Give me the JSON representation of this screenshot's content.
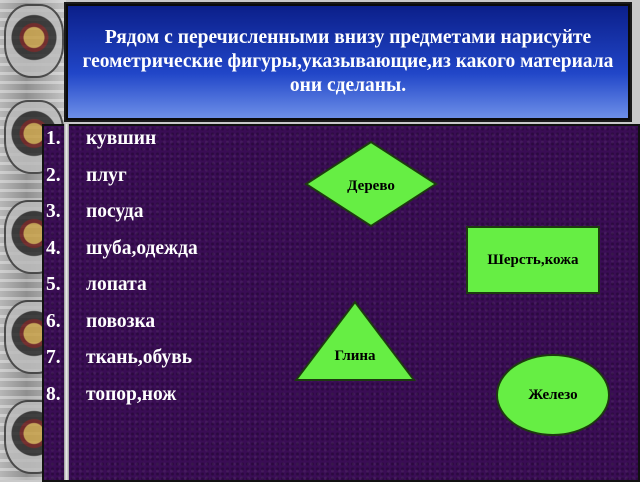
{
  "title": "Рядом с перечисленными внизу предметами нарисуйте геометрические фигуры,указывающие,из какого материала они сделаны.",
  "items": [
    {
      "num": "1.",
      "text": "кувшин"
    },
    {
      "num": "2.",
      "text": "плуг"
    },
    {
      "num": "3.",
      "text": "посуда"
    },
    {
      "num": "4.",
      "text": "шуба,одежда"
    },
    {
      "num": "5.",
      "text": "лопата"
    },
    {
      "num": "6.",
      "text": "повозка"
    },
    {
      "num": "7.",
      "text": "ткань,обувь"
    },
    {
      "num": "8.",
      "text": "топор,нож"
    }
  ],
  "shapes": {
    "diamond": {
      "label": "Дерево"
    },
    "square": {
      "label": "Шерсть,кожа"
    },
    "triangle": {
      "label": "Глина"
    },
    "circle": {
      "label": "Железо"
    }
  },
  "colors": {
    "shape_fill": "#66ee44",
    "panel": "#3a0d55",
    "banner": "#2146c8",
    "text_light": "#ffffff"
  }
}
